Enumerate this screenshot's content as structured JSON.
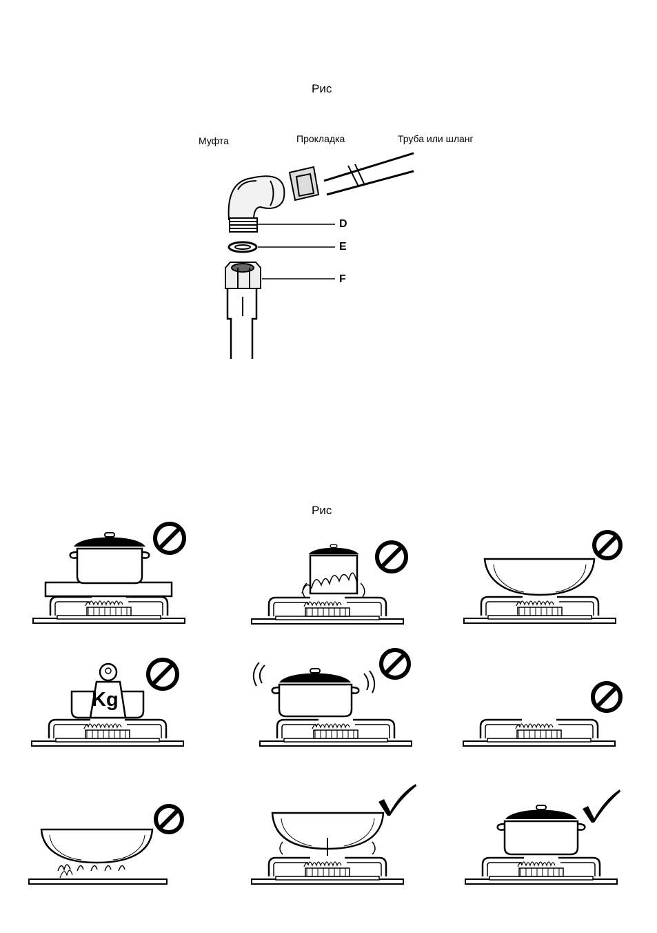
{
  "figure1": {
    "title": "Рис",
    "labels": {
      "coupling": "Муфта",
      "gasket": "Прокладка",
      "pipe": "Труба или шланг"
    },
    "callouts": [
      "D",
      "E",
      "F"
    ]
  },
  "figure2": {
    "title": "Рис",
    "weight_label": "Kg",
    "panels": [
      {
        "status": "prohibited"
      },
      {
        "status": "prohibited"
      },
      {
        "status": "prohibited"
      },
      {
        "status": "prohibited"
      },
      {
        "status": "prohibited"
      },
      {
        "status": "prohibited"
      },
      {
        "status": "prohibited"
      },
      {
        "status": "allowed"
      },
      {
        "status": "allowed"
      }
    ]
  },
  "icons": {
    "prohibited": "prohibited-icon",
    "allowed": "checkmark-icon"
  }
}
